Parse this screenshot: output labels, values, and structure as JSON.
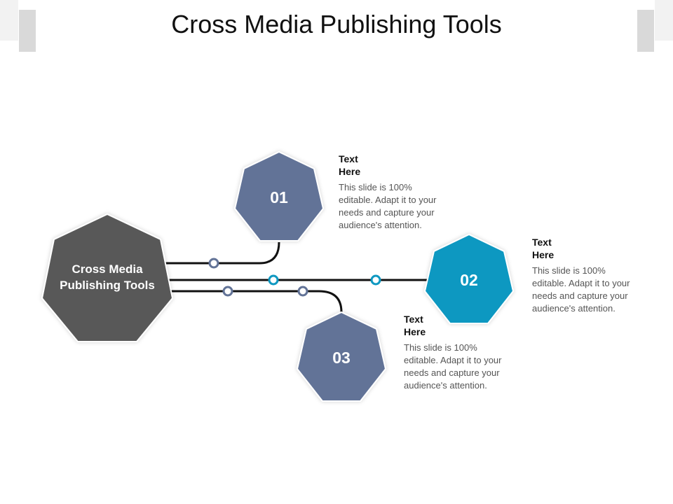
{
  "slide": {
    "title": "Cross Media Publishing Tools"
  },
  "center_node": {
    "label": "Cross Media Publishing Tools",
    "color": "#595959"
  },
  "nodes": [
    {
      "number": "01",
      "color": "#627397"
    },
    {
      "number": "02",
      "color": "#0f98c1"
    },
    {
      "number": "03",
      "color": "#627397"
    }
  ],
  "callouts": [
    {
      "heading": "Text Here",
      "body": "This slide is 100% editable. Adapt it to your needs and capture your audience's attention."
    },
    {
      "heading": "Text Here",
      "body": "This slide is 100% editable. Adapt it to your needs and capture your audience's attention."
    },
    {
      "heading": "Text Here",
      "body": "This slide is 100% editable. Adapt it to your needs and capture your audience's attention."
    }
  ],
  "colors": {
    "connector": "#111111",
    "corner_decor": "#d9d9d9"
  }
}
